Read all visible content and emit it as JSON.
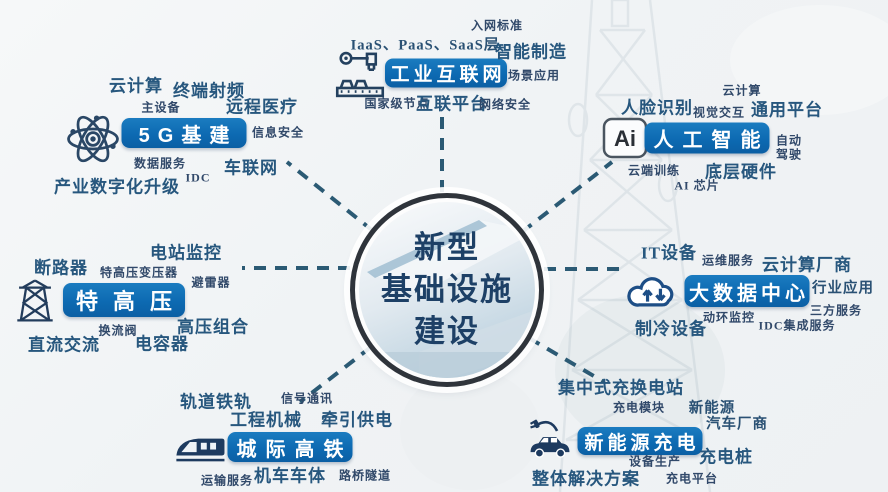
{
  "center": {
    "title_lines": [
      "新型",
      "基础设施",
      "建设"
    ]
  },
  "branches": {
    "g5": {
      "pill": "5G基建",
      "labels": {
        "cloud_computing": "云计算",
        "terminal_rf": "终端射频",
        "main_equipment": "主设备",
        "telemedicine": "远程医疗",
        "info_security": "信息安全",
        "data_service": "数据服务",
        "idc": "IDC",
        "iov": "车联网",
        "industry_digital_upgrade": "产业数字化升级"
      }
    },
    "iiot": {
      "pill": "工业互联网",
      "labels": {
        "access_standard": "入网标准",
        "saas_layers": "IaaS、PaaS、SaaS层",
        "smart_manufacturing": "智能制造",
        "scene_application": "场景应用",
        "national_node": "国家级节点",
        "interconnection_platform": "互联平台",
        "network_security": "网络安全"
      }
    },
    "ai": {
      "pill": "人工智能",
      "icon_text": "Ai",
      "labels": {
        "cloud_computing": "云计算",
        "face_recognition": "人脸识别",
        "visual_interaction": "视觉交互",
        "general_platform": "通用平台",
        "autonomous_driving": "自动驾驶",
        "cloud_training": "云端训练",
        "base_hardware": "底层硬件",
        "ai_chip": "AI 芯片"
      }
    },
    "uhv": {
      "pill": "特高压",
      "labels": {
        "station_monitoring": "电站监控",
        "circuit_breaker": "断路器",
        "uhv_transformer": "特高压变压器",
        "arrester": "避雷器",
        "converter_valve": "换流阀",
        "hv_assembly": "高压组合",
        "dc_ac": "直流交流",
        "capacitor": "电容器"
      }
    },
    "bigdata": {
      "pill": "大数据中心",
      "labels": {
        "it_equipment": "IT设备",
        "om_service": "运维服务",
        "cloud_vendors": "云计算厂商",
        "industry_application": "行业应用",
        "env_monitoring": "动环监控",
        "third_party_service": "三方服务",
        "cooling_equipment": "制冷设备",
        "idc_integration": "IDC集成服务"
      }
    },
    "rail": {
      "pill": "城际高铁",
      "labels": {
        "rail_tracks": "轨道铁轨",
        "signal_comm": "信号通讯",
        "engineering_machinery": "工程机械",
        "traction_power": "牵引供电",
        "locomotive_body": "机车车体",
        "road_bridge_tunnel": "路桥隧道",
        "transport_service": "运输服务"
      }
    },
    "ev": {
      "pill": "新能源充电",
      "labels": {
        "central_station": "集中式充换电站",
        "charging_module": "充电模块",
        "nev": "新能源",
        "car_manufacturers": "汽车厂商",
        "charging_pile": "充电桩",
        "equipment_production": "设备生产",
        "overall_solution": "整体解决方案",
        "charging_platform": "充电平台"
      }
    }
  },
  "icons": {
    "g5": "atom-icon",
    "iiot": "robot-arm-icon",
    "ai": "ai-box-icon",
    "uhv": "power-tower-icon",
    "bigdata": "cloud-transfer-icon",
    "rail": "bullet-train-icon",
    "ev": "ev-charging-car-icon"
  },
  "colors": {
    "pill_bg": "#0d6ab2",
    "pill_text": "#ffffff",
    "dashed_line": "#2b5a74",
    "label_text": "#2b5070",
    "center_title": "#1d4066",
    "circle_ring": "#2f343b",
    "icon_navy": "#1d3a5f",
    "background": "#f2f4f6"
  }
}
